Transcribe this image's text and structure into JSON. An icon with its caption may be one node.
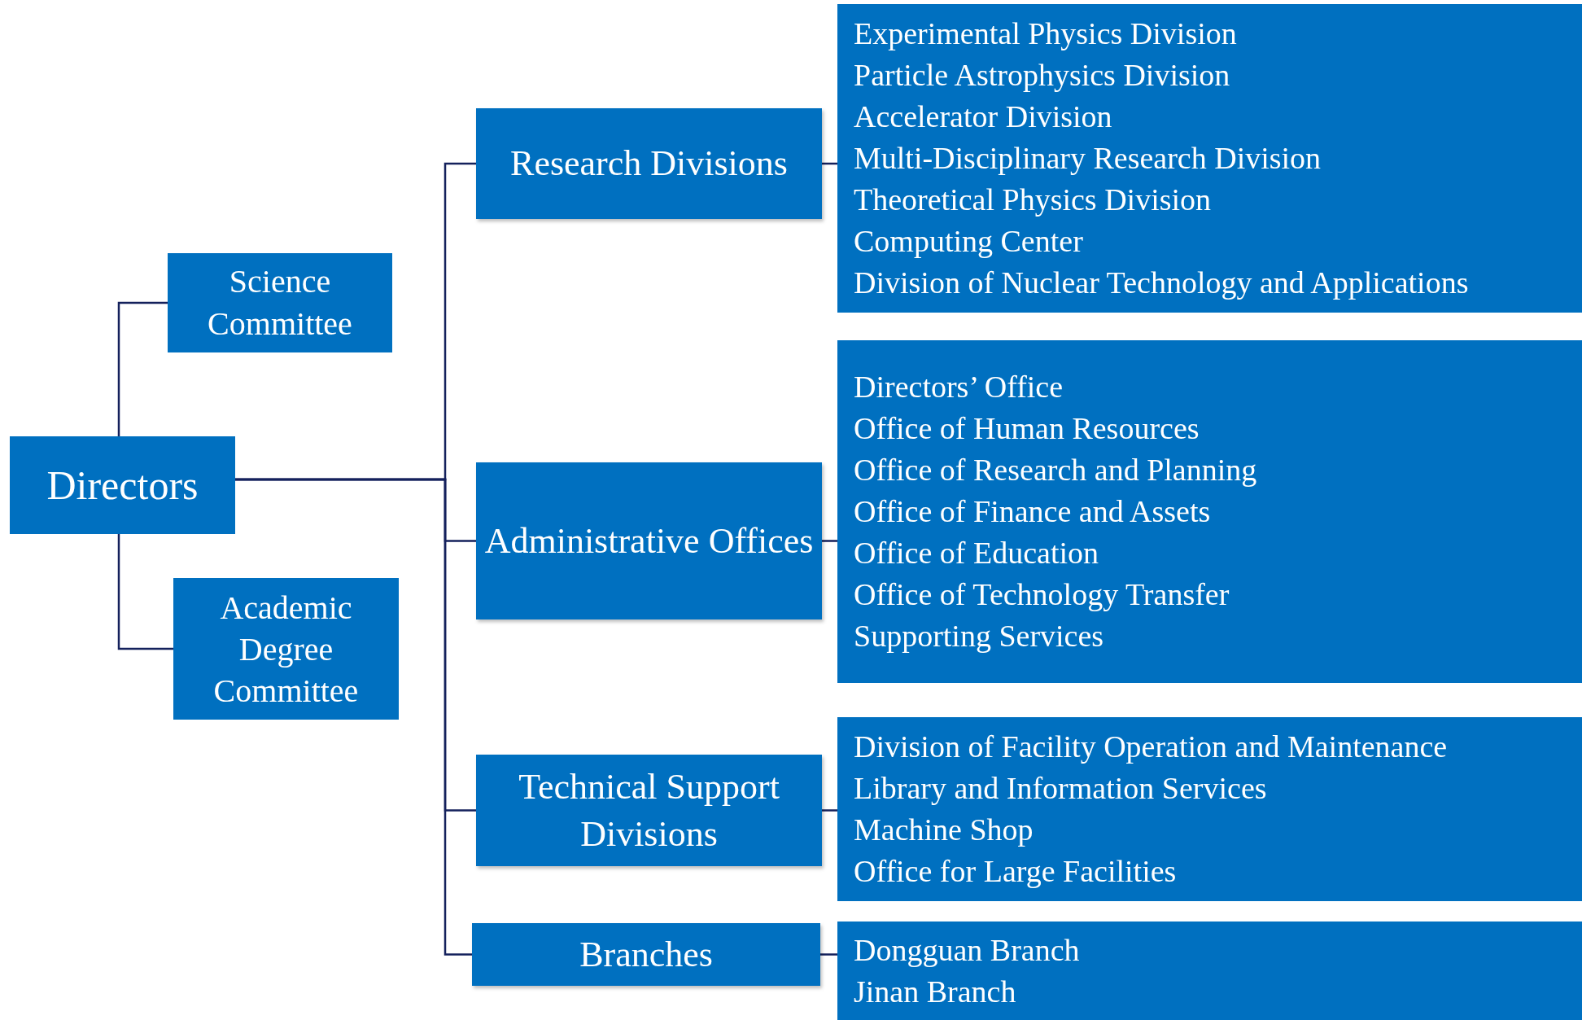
{
  "diagram": {
    "nodes": [
      {
        "text": [
          "Directors"
        ]
      },
      {
        "text": [
          "Science Committee"
        ]
      },
      {
        "text": [
          "Academic Degree Committee"
        ]
      },
      {
        "text": [
          "Research Divisions"
        ]
      },
      {
        "text": [
          "Administrative Offices"
        ]
      },
      {
        "text": [
          "Technical Support Divisions"
        ]
      },
      {
        "text": [
          "Branches"
        ]
      },
      {
        "text": [
          "Experimental Physics Division",
          "Particle Astrophysics Division",
          "Accelerator Division",
          "Multi-Disciplinary Research Division",
          "Theoretical Physics Division",
          "Computing Center",
          "Division of Nuclear Technology and Applications"
        ]
      },
      {
        "text": [
          "Directors’ Office",
          "Office of Human Resources",
          "Office of Research and Planning",
          "Office of Finance and Assets",
          "Office of Education",
          "Office of Technology Transfer",
          "Supporting Services"
        ]
      },
      {
        "text": [
          "Division of Facility Operation and Maintenance",
          "Library and Information Services",
          "Machine Shop",
          "Office for Large Facilities"
        ]
      },
      {
        "text": [
          "Dongguan Branch",
          "Jinan Branch"
        ]
      }
    ],
    "edges": [
      {
        "from": 0,
        "to": 1,
        "arrow": "none"
      },
      {
        "from": 0,
        "to": 2,
        "arrow": "none"
      },
      {
        "from": 0,
        "to": 3,
        "arrow": "none"
      },
      {
        "from": 0,
        "to": 4,
        "arrow": "none"
      },
      {
        "from": 0,
        "to": 5,
        "arrow": "none"
      },
      {
        "from": 0,
        "to": 6,
        "arrow": "none"
      },
      {
        "from": 3,
        "to": 7,
        "arrow": "none"
      },
      {
        "from": 4,
        "to": 8,
        "arrow": "none"
      },
      {
        "from": 5,
        "to": 9,
        "arrow": "none"
      },
      {
        "from": 6,
        "to": 10,
        "arrow": "none"
      }
    ]
  }
}
